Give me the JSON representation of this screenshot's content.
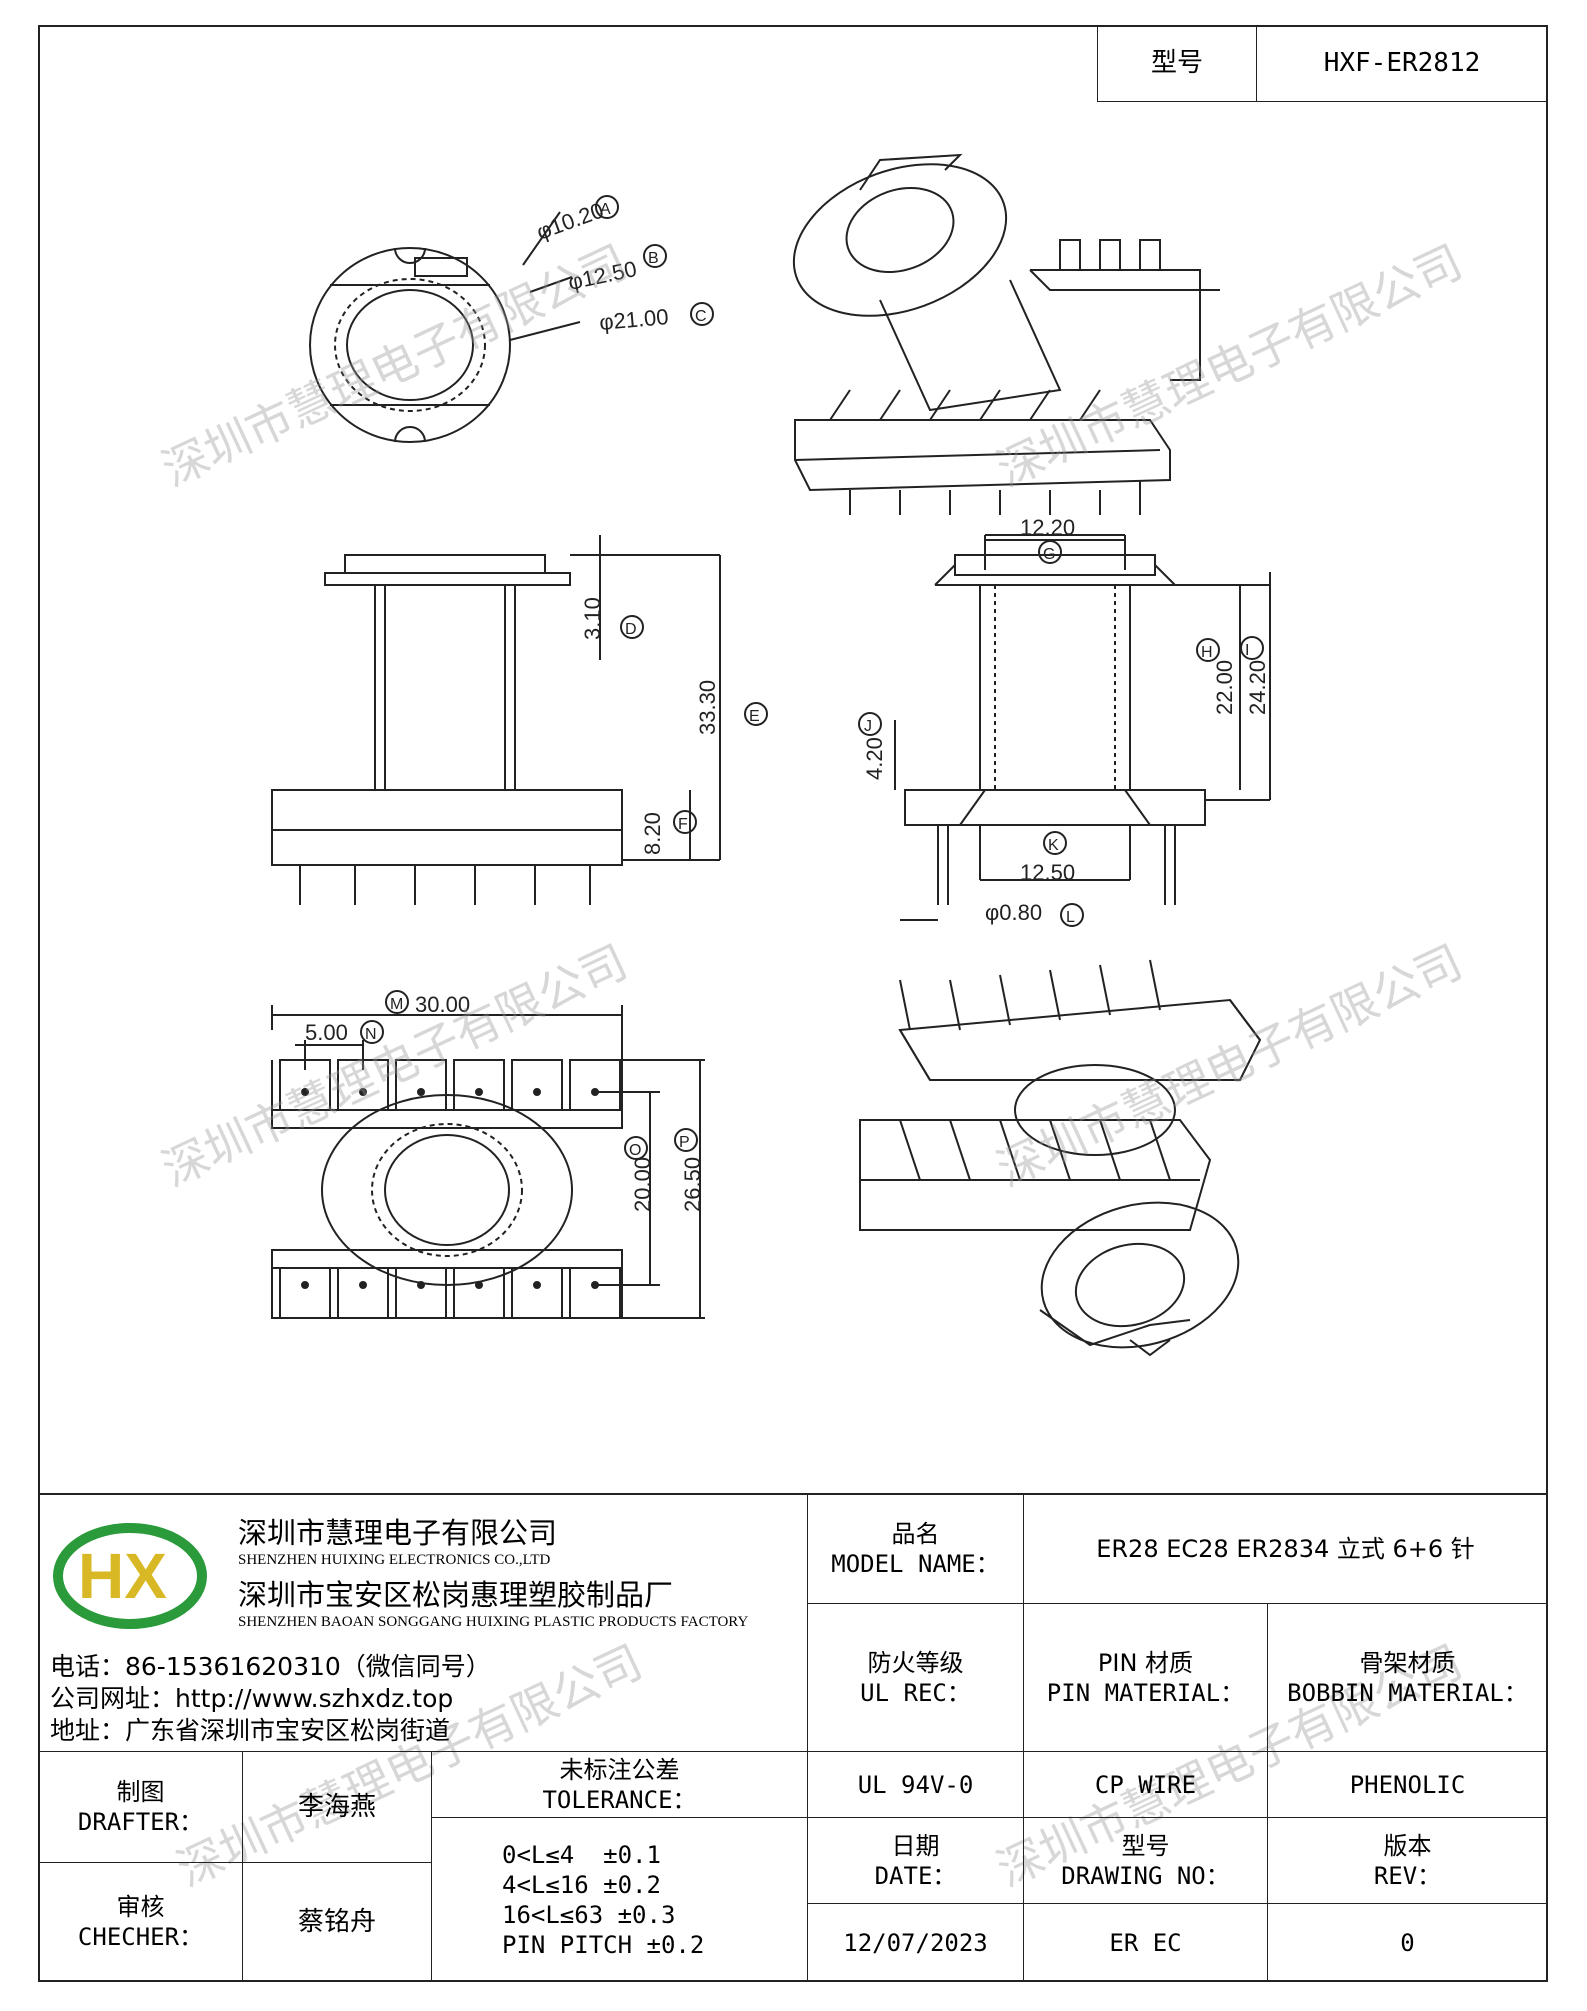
{
  "header": {
    "model_label": "型号",
    "model_value": "HXF-ER2812"
  },
  "diagram": {
    "dims": {
      "A": "φ10.20",
      "B": "φ12.50",
      "C": "φ21.00",
      "D": "3.10",
      "E": "33.30",
      "F": "8.20",
      "G": "12.20",
      "H": "22.00",
      "I": "24.20",
      "J": "4.20",
      "K": "12.50",
      "L": "φ0.80",
      "M": "30.00",
      "N": "5.00",
      "O": "20.00",
      "P": "26.50"
    },
    "labels": {
      "A": "A",
      "B": "B",
      "C": "C",
      "D": "D",
      "E": "E",
      "F": "F",
      "G": "G",
      "H": "H",
      "I": "I",
      "J": "J",
      "K": "K",
      "L": "L",
      "M": "M",
      "N": "N",
      "O": "O",
      "P": "P"
    }
  },
  "watermark": "深圳市慧理电子有限公司",
  "company": {
    "logo_text": "HX",
    "name_cn": "深圳市慧理电子有限公司",
    "name_en": "SHENZHEN HUIXING ELECTRONICS CO.,LTD",
    "factory_cn": "深圳市宝安区松岗惠理塑胶制品厂",
    "factory_en": "SHENZHEN BAOAN SONGGANG HUIXING PLASTIC PRODUCTS FACTORY",
    "phone": "电话：86-15361620310（微信同号）",
    "website": "公司网址：http://www.szhxdz.top",
    "address": "地址：广东省深圳市宝安区松岗街道"
  },
  "title_block": {
    "model_name_cn": "品名",
    "model_name_en": "MODEL NAME：",
    "model_name_value": "ER28 EC28 ER2834 立式 6+6 针",
    "ul_cn": "防火等级",
    "ul_en": "UL REC：",
    "pin_cn": "PIN 材质",
    "pin_en": "PIN MATERIAL：",
    "bobbin_cn": "骨架材质",
    "bobbin_en": "BOBBIN MATERIAL：",
    "ul_value": "UL 94V-0",
    "pin_value": "CP WIRE",
    "bobbin_value": "PHENOLIC",
    "date_cn": "日期",
    "date_en": "DATE：",
    "drawing_cn": "型号",
    "drawing_en": "DRAWING NO：",
    "rev_cn": "版本",
    "rev_en": "REV：",
    "date_value": "12/07/2023",
    "drawing_value": "ER EC",
    "rev_value": "0",
    "drafter_cn": "制图",
    "drafter_en": "DRAFTER：",
    "drafter_name": "李海燕",
    "checker_cn": "审核",
    "checker_en": "CHECHER：",
    "checker_name": "蔡铭舟",
    "tolerance_cn": "未标注公差",
    "tolerance_en": "TOLERANCE：",
    "tolerance_lines": [
      "0<L≤4  ±0.1",
      "4<L≤16 ±0.2",
      "16<L≤63 ±0.3",
      "PIN PITCH ±0.2"
    ]
  }
}
